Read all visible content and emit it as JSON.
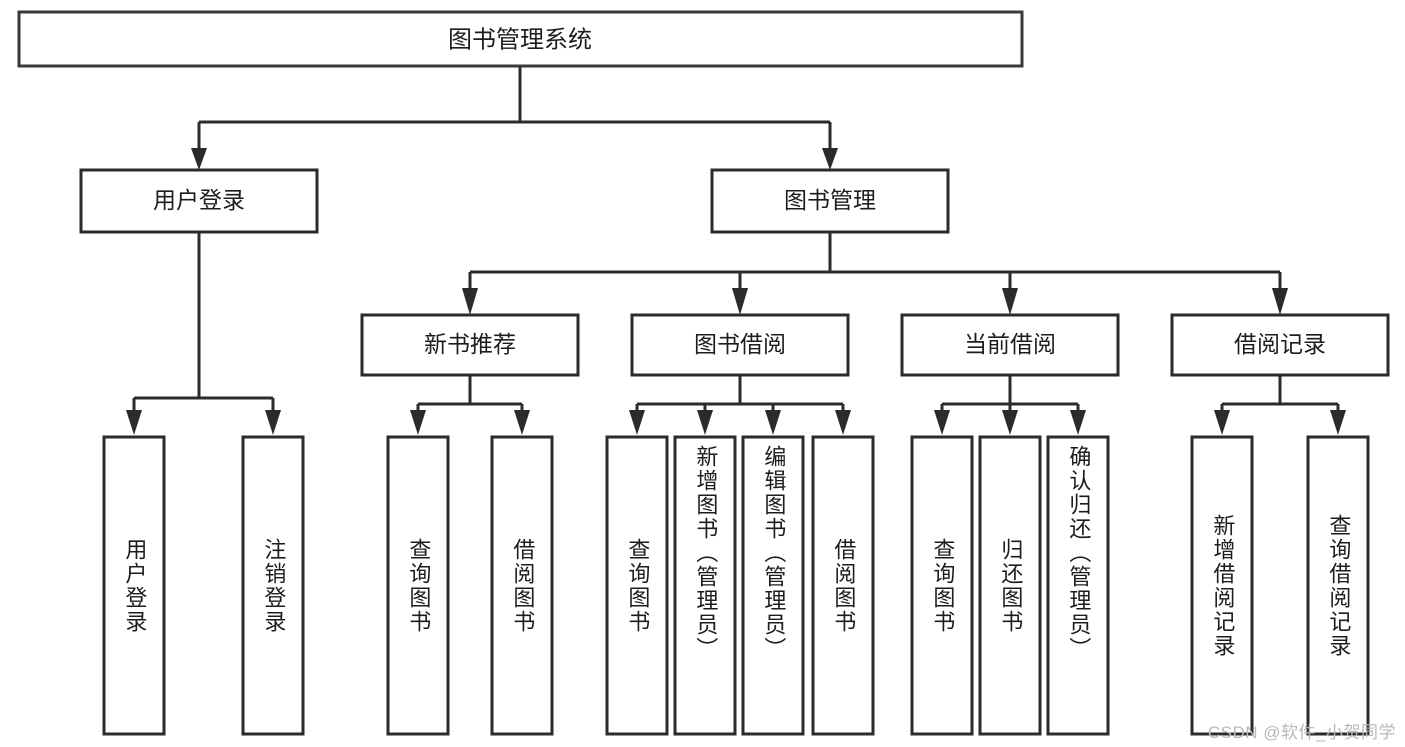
{
  "diagram": {
    "title": "图书管理系统",
    "type": "tree-hierarchy-diagram",
    "colors": {
      "background": "#ffffff",
      "box_stroke": "#2b2b2b",
      "box_fill": "#ffffff",
      "text": "#1d1d1d",
      "watermark": "#b8b8b8"
    },
    "root": {
      "id": "root",
      "label": "图书管理系统",
      "orientation": "horizontal"
    },
    "level2": [
      {
        "id": "user-login",
        "label": "用户登录",
        "orientation": "horizontal"
      },
      {
        "id": "book-manage",
        "label": "图书管理",
        "orientation": "horizontal"
      }
    ],
    "level3": [
      {
        "id": "new-book-recommend",
        "label": "新书推荐",
        "orientation": "horizontal",
        "parent": "book-manage"
      },
      {
        "id": "book-borrow",
        "label": "图书借阅",
        "orientation": "horizontal",
        "parent": "book-manage"
      },
      {
        "id": "current-borrow",
        "label": "当前借阅",
        "orientation": "horizontal",
        "parent": "book-manage"
      },
      {
        "id": "borrow-record",
        "label": "借阅记录",
        "orientation": "horizontal",
        "parent": "book-manage"
      }
    ],
    "leaves": [
      {
        "id": "leaf-user-login",
        "label": "用户登录",
        "orientation": "vertical",
        "parent": "user-login"
      },
      {
        "id": "leaf-logout-login",
        "label": "注销登录",
        "orientation": "vertical",
        "parent": "user-login"
      },
      {
        "id": "leaf-query-book-1",
        "label": "查询图书",
        "orientation": "vertical",
        "parent": "new-book-recommend"
      },
      {
        "id": "leaf-borrow-book-1",
        "label": "借阅图书",
        "orientation": "vertical",
        "parent": "new-book-recommend"
      },
      {
        "id": "leaf-query-book-2",
        "label": "查询图书",
        "orientation": "vertical",
        "parent": "book-borrow"
      },
      {
        "id": "leaf-add-book-admin",
        "label": "新增图书（管理员）",
        "orientation": "vertical",
        "parent": "book-borrow"
      },
      {
        "id": "leaf-edit-book-admin",
        "label": "编辑图书（管理员）",
        "orientation": "vertical",
        "parent": "book-borrow"
      },
      {
        "id": "leaf-borrow-book-2",
        "label": "借阅图书",
        "orientation": "vertical",
        "parent": "book-borrow"
      },
      {
        "id": "leaf-query-book-3",
        "label": "查询图书",
        "orientation": "vertical",
        "parent": "current-borrow"
      },
      {
        "id": "leaf-return-book",
        "label": "归还图书",
        "orientation": "vertical",
        "parent": "current-borrow"
      },
      {
        "id": "leaf-confirm-return-admin",
        "label": "确认归还（管理员）",
        "orientation": "vertical",
        "parent": "current-borrow"
      },
      {
        "id": "leaf-add-borrow-record",
        "label": "新增借阅记录",
        "orientation": "vertical",
        "parent": "borrow-record"
      },
      {
        "id": "leaf-query-borrow-record",
        "label": "查询借阅记录",
        "orientation": "vertical",
        "parent": "borrow-record"
      }
    ],
    "watermark": "CSDN @软件_小贺同学"
  }
}
